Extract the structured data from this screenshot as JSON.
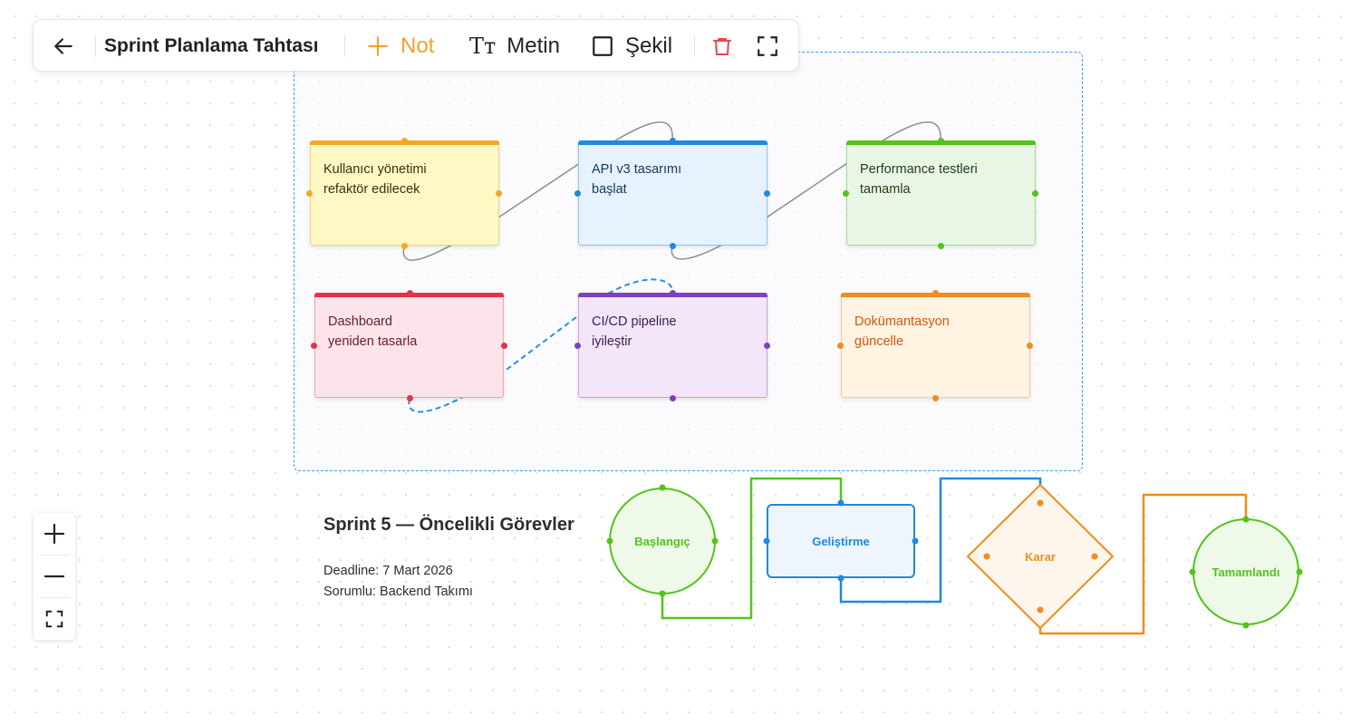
{
  "toolbar": {
    "back_icon": "arrow-left-icon",
    "title": "Sprint Planlama Tahtası",
    "note_label": "Not",
    "text_icon": "Tт",
    "text_label": "Metin",
    "shape_label": "Şekil",
    "delete_icon": "trash-icon",
    "fullscreen_icon": "fullscreen-icon",
    "accent_color": "#f5a02c",
    "danger_color": "#e5484d"
  },
  "notes": [
    {
      "line1": "Kullanıcı yönetimi",
      "line2": "refaktör edilecek",
      "color": "#f5a623"
    },
    {
      "line1": "API v3 tasarımı",
      "line2": "başlat",
      "color": "#1e88e5"
    },
    {
      "line1": "Performance testleri",
      "line2": "tamamla",
      "color": "#52c41a"
    },
    {
      "line1": "Dashboard",
      "line2": "yeniden tasarla",
      "color": "#e8304a"
    },
    {
      "line1": "CI/CD pipeline",
      "line2": "iyileştir",
      "color": "#7e3fc6"
    },
    {
      "line1": "Dokümantasyon",
      "line2": "güncelle",
      "color": "#f08c1e"
    }
  ],
  "sprint": {
    "title": "Sprint 5 — Öncelikli Görevler",
    "deadline": "Deadline: 7 Mart 2026",
    "owner": "Sorumlu: Backend Takımı"
  },
  "flow": {
    "start": "Başlangıç",
    "develop": "Geliştirme",
    "decision": "Karar",
    "done": "Tamamlandı"
  },
  "zoom": {
    "in_icon": "plus-icon",
    "out_icon": "minus-icon",
    "fit_icon": "fit-view-icon"
  }
}
